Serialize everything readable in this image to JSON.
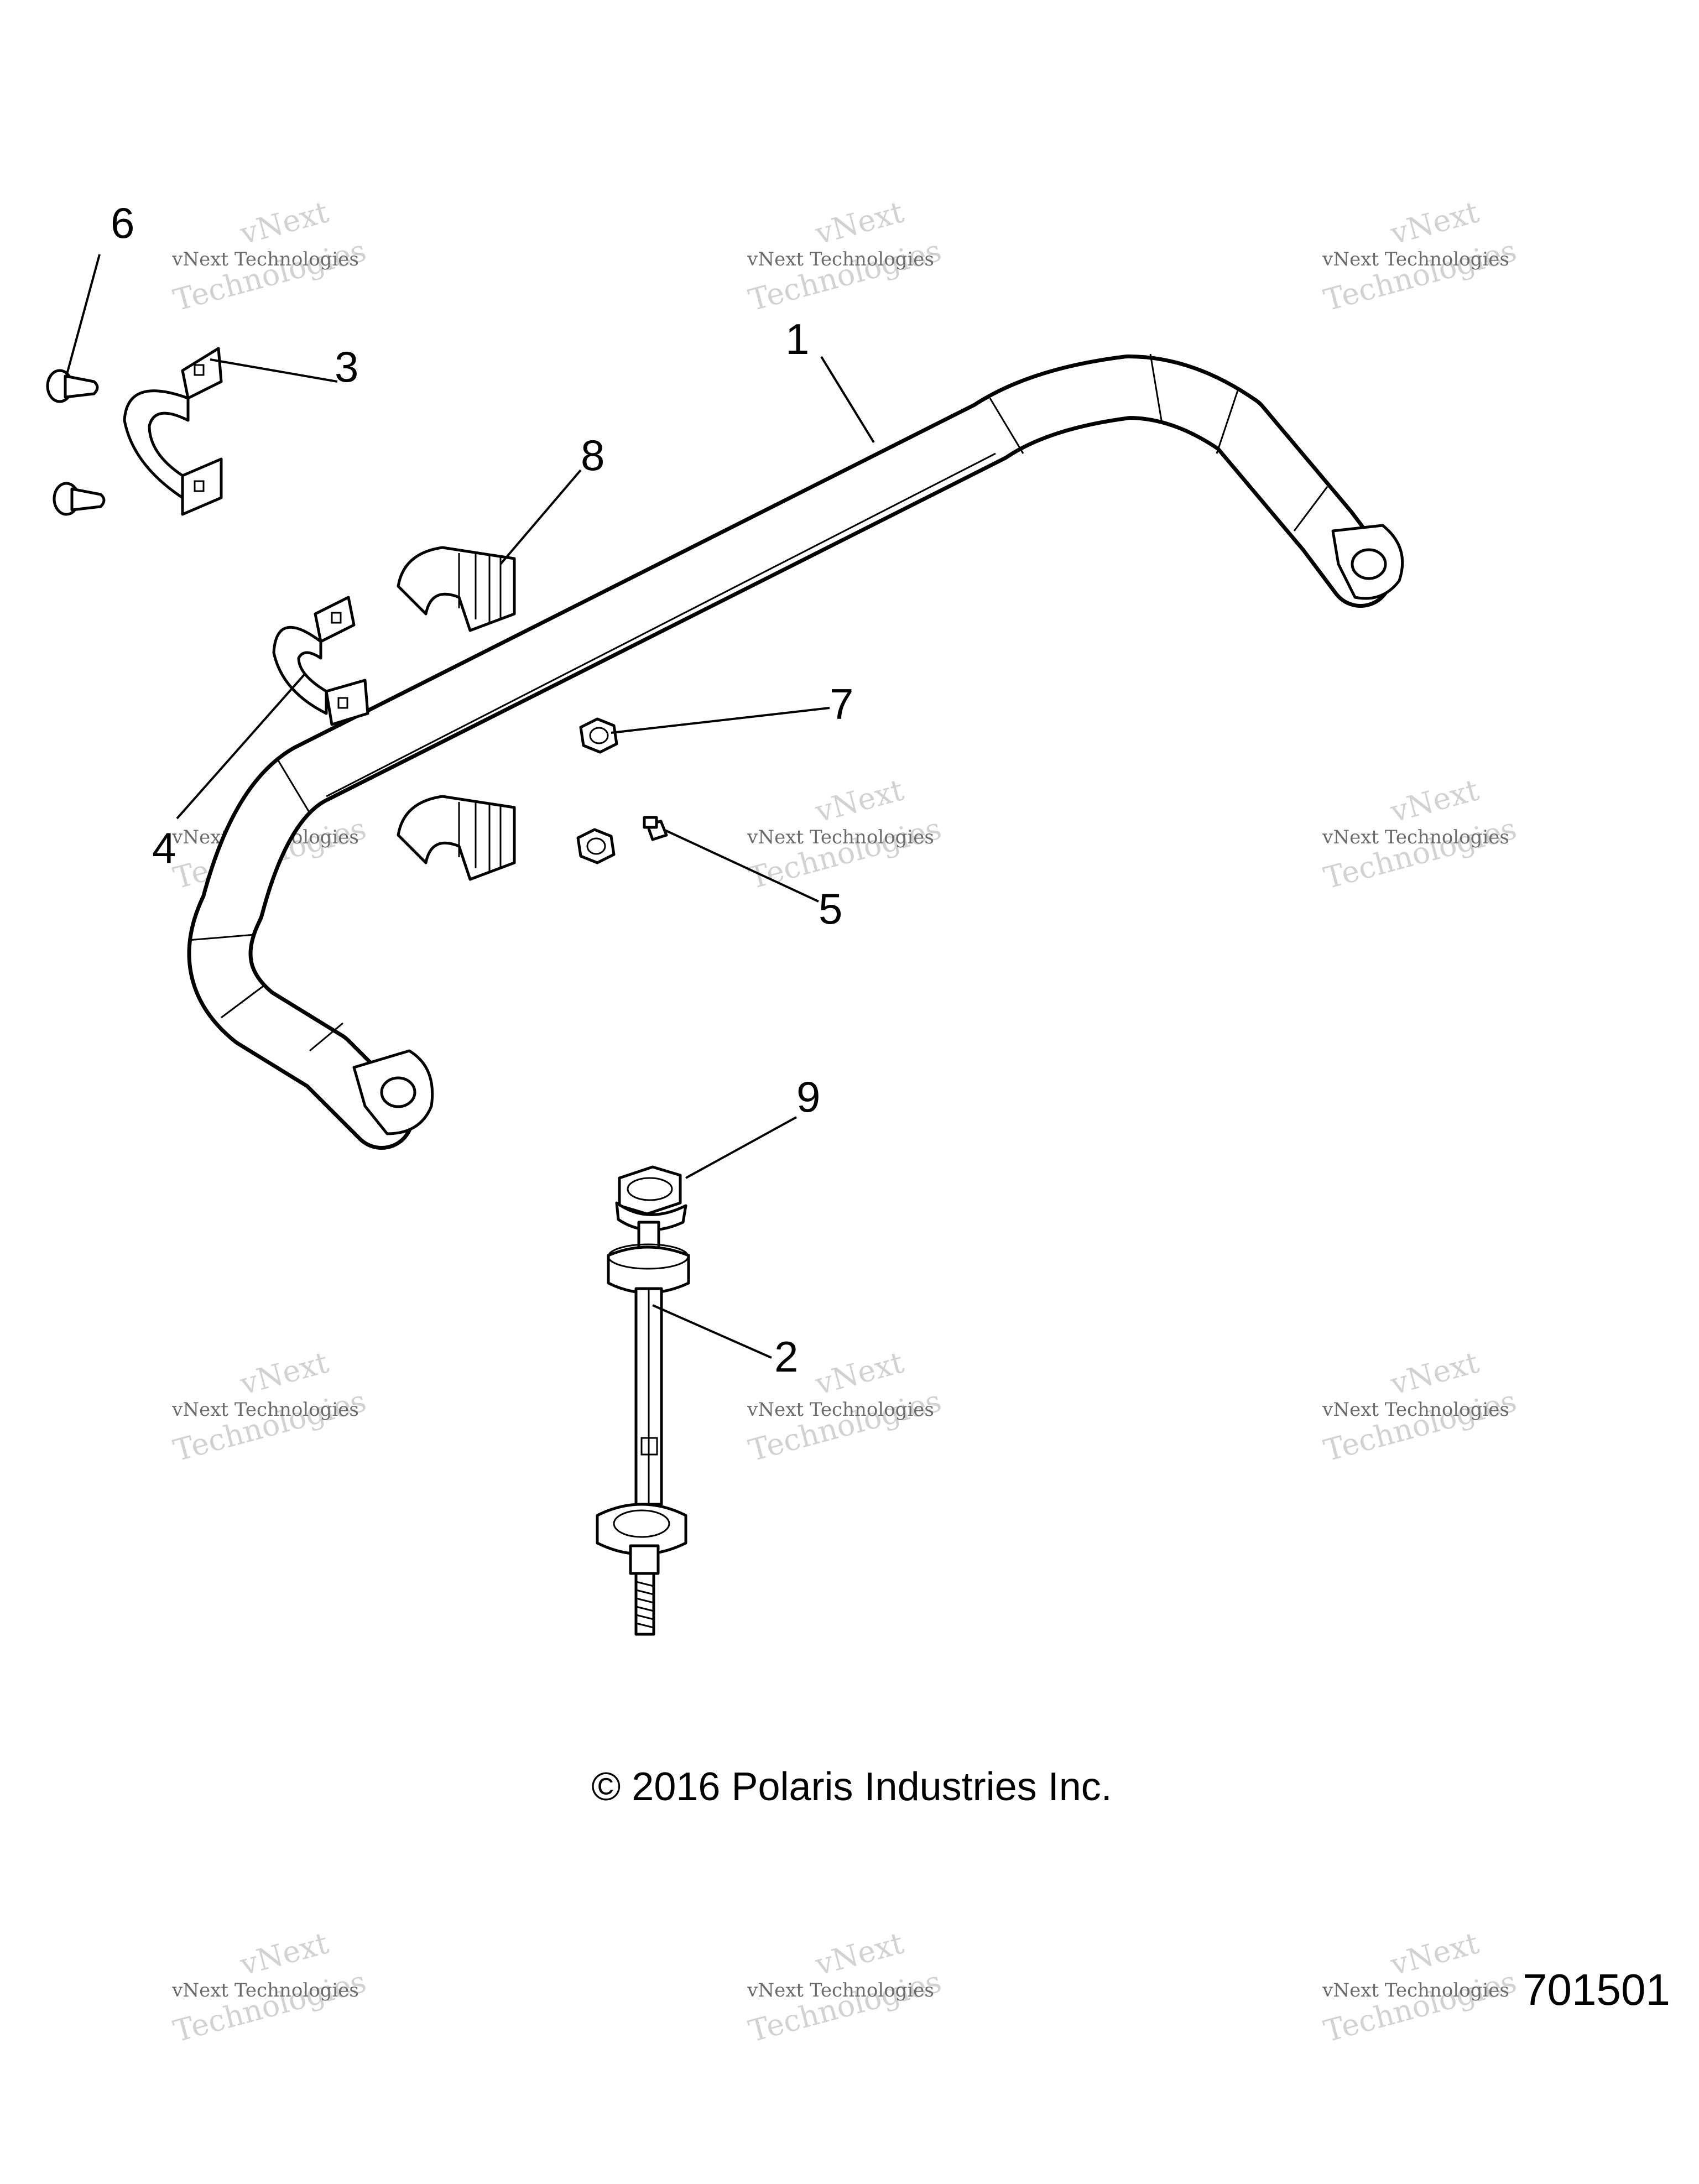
{
  "callouts": [
    {
      "number": "1"
    },
    {
      "number": "2"
    },
    {
      "number": "3"
    },
    {
      "number": "4"
    },
    {
      "number": "5"
    },
    {
      "number": "6"
    },
    {
      "number": "7"
    },
    {
      "number": "8"
    },
    {
      "number": "9"
    }
  ],
  "watermark": {
    "line1": "vNext Technologies",
    "line2": "vNext",
    "line3": "Technologies"
  },
  "copyright": "© 2016 Polaris Industries Inc.",
  "part_number": "701501"
}
